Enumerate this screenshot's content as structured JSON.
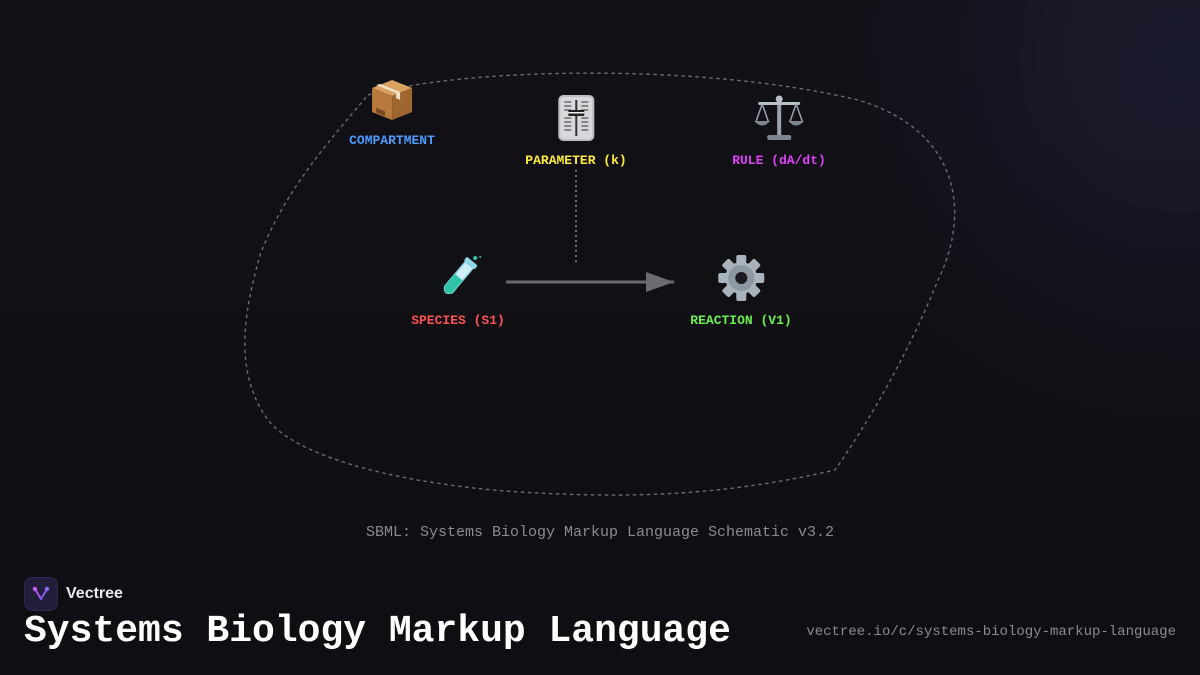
{
  "diagram": {
    "nodes": {
      "compartment": {
        "label": "COMPARTMENT",
        "color": "#4d9bff",
        "icon": "package-icon"
      },
      "parameter": {
        "label": "PARAMETER (k)",
        "color": "#ffeb3b",
        "icon": "level-slider-icon"
      },
      "rule": {
        "label": "RULE (dA/dt)",
        "color": "#e040fb",
        "icon": "balance-scale-icon"
      },
      "species": {
        "label": "SPECIES (S1)",
        "color": "#ff5252",
        "icon": "test-tube-icon"
      },
      "reaction": {
        "label": "REACTION (V1)",
        "color": "#69f04f",
        "icon": "gear-icon"
      }
    },
    "edges": [
      {
        "from": "species",
        "to": "reaction",
        "style": "solid-arrow"
      },
      {
        "from": "parameter",
        "to": "reaction-edge",
        "style": "dotted"
      }
    ],
    "boundary": {
      "style": "dashed",
      "color": "#6b6b74"
    },
    "caption": "SBML: Systems Biology Markup Language Schematic v3.2"
  },
  "footer": {
    "brand": "Vectree",
    "title": "Systems Biology Markup Language",
    "url": "vectree.io/c/systems-biology-markup-language"
  }
}
